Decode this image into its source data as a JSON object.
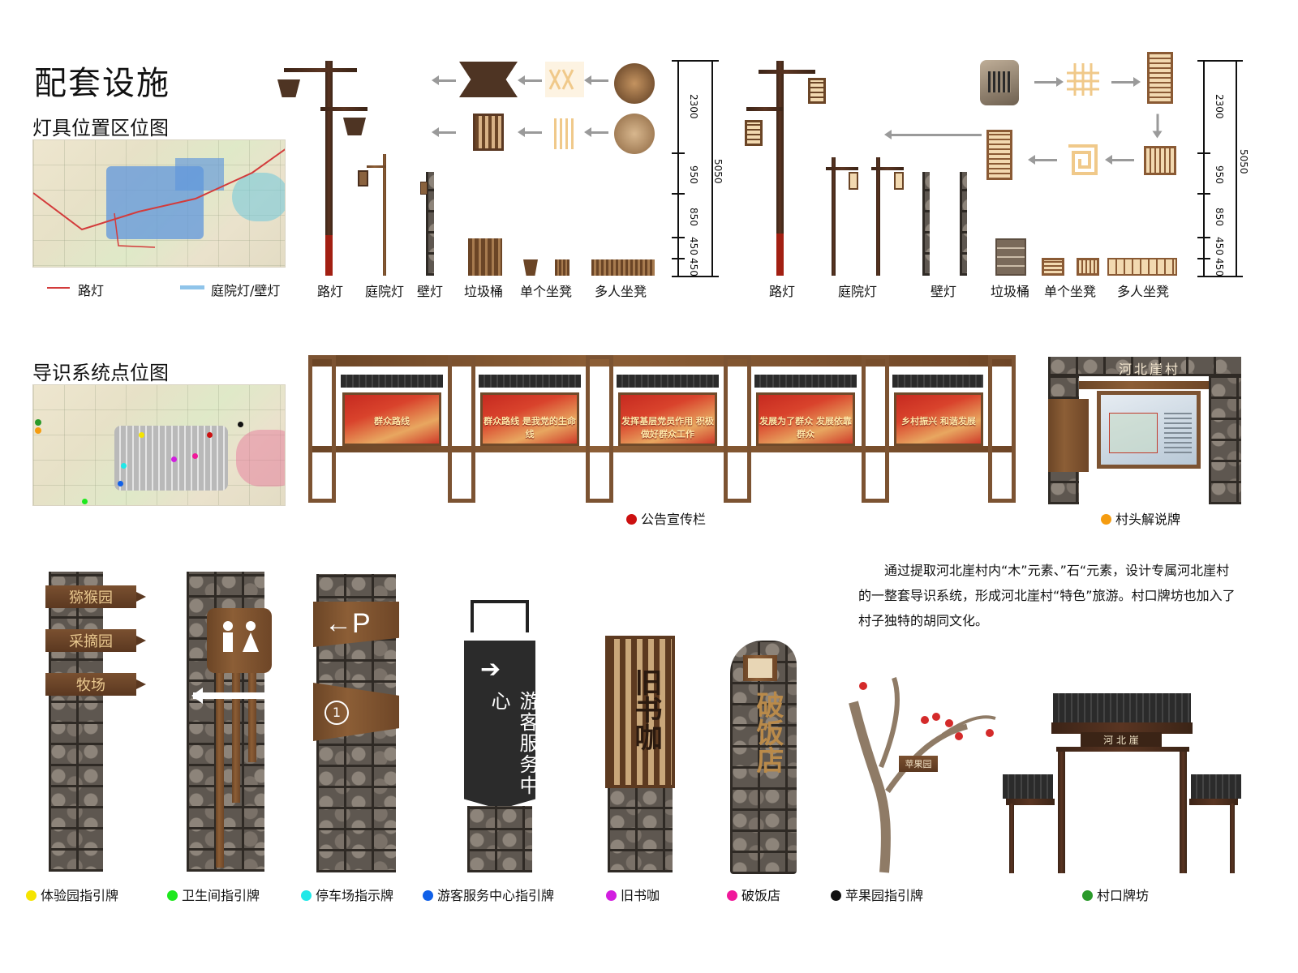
{
  "titles": {
    "main": "配套设施",
    "lamp_map": "灯具位置区位图",
    "guide_map": "导识系统点位图"
  },
  "lamp_legend": {
    "road_lamp": "路灯",
    "yard_wall_lamp": "庭院灯/壁灯"
  },
  "set1_labels": [
    "路灯",
    "庭院灯",
    "壁灯",
    "垃圾桶",
    "单个坐凳",
    "多人坐凳"
  ],
  "set2_labels": [
    "路灯",
    "庭院灯",
    "壁灯",
    "垃圾桶",
    "单个坐凳",
    "多人坐凳"
  ],
  "dims": {
    "d2300": "2300",
    "d950": "950",
    "d850": "850",
    "d450a": "450",
    "d450b": "450",
    "total": "5050"
  },
  "boards": {
    "panels": [
      "群众路线",
      "群众路线 是我党的生命线",
      "发挥基层党员作用 积极做好群众工作",
      "发展为了群众 发展依靠群众",
      "乡村振兴 和谐发展"
    ],
    "village_board_title": "河北崖村"
  },
  "board_captions": {
    "bulletin": "公告宣传栏",
    "entrance_board": "村头解说牌"
  },
  "signs": {
    "garden_planks": [
      "猕猴园",
      "采摘园",
      "牧场"
    ],
    "visitor_center_text": "游客服务中心",
    "old_book_text": "旧书咖",
    "broken_rice_text": "破饭店",
    "apple_tag": "苹果园",
    "gate_name": "河 北 崖"
  },
  "description": "通过提取河北崖村内“木”元素、”石“元素，设计专属河北崖村的一整套导识系统，形成河北崖村“特色”旅游。村口牌坊也加入了村子独特的胡同文化。",
  "sign_captions": [
    {
      "label": "体验园指引牌",
      "color": "#f5e400"
    },
    {
      "label": "卫生间指引牌",
      "color": "#1ee81e"
    },
    {
      "label": "停车场指示牌",
      "color": "#20e8e8"
    },
    {
      "label": "游客服务中心指引牌",
      "color": "#1060e8"
    },
    {
      "label": "旧书咖",
      "color": "#d21ee0"
    },
    {
      "label": "破饭店",
      "color": "#f0189a"
    },
    {
      "label": "苹果园指引牌",
      "color": "#111111"
    },
    {
      "label": "村口牌坊",
      "color": "#2a9a2a"
    }
  ],
  "caption_colors": {
    "bulletin": "#cc1010",
    "entrance_board": "#f59c10",
    "road_line": "#d33b3b",
    "yard_line": "#8fc4ea"
  }
}
